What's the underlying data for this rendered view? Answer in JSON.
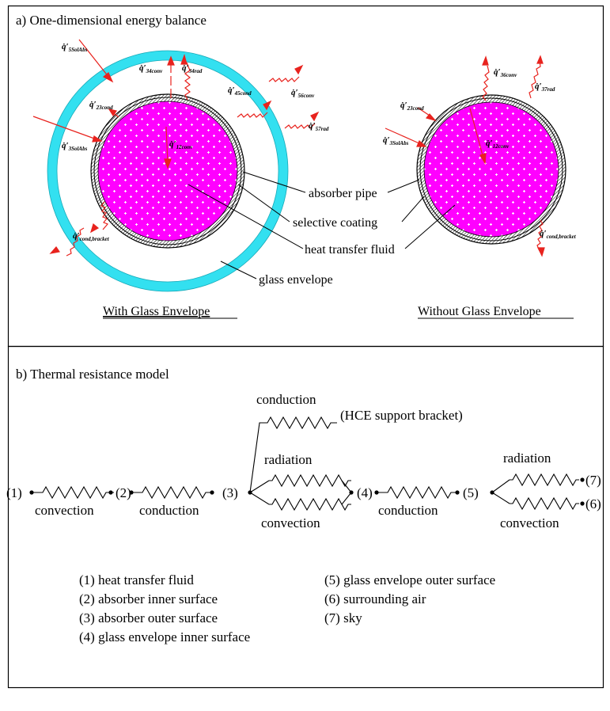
{
  "panel_a": {
    "title": "a) One-dimensional energy balance",
    "with_title": "With Glass Envelope",
    "without_title": "Without Glass Envelope",
    "callouts": {
      "absorber": "absorber pipe",
      "coating": "selective coating",
      "fluid": "heat transfer fluid",
      "glass": "glass envelope"
    },
    "with_fluxes": [
      {
        "sym": "q̇′",
        "sub": "5SolAbs"
      },
      {
        "sym": "q̇′",
        "sub": "34conv"
      },
      {
        "sym": "q̇′",
        "sub": "34rad"
      },
      {
        "sym": "q̇′",
        "sub": "45cond"
      },
      {
        "sym": "q̇′",
        "sub": "56conv"
      },
      {
        "sym": "q̇′",
        "sub": "57rad"
      },
      {
        "sym": "q̇′",
        "sub": "23cond"
      },
      {
        "sym": "q̇′",
        "sub": "3SolAbs"
      },
      {
        "sym": "q̇′",
        "sub": "12conv"
      },
      {
        "sym": "q̇′",
        "sub": "cond,bracket"
      }
    ],
    "without_fluxes": [
      {
        "sym": "q̇′",
        "sub": "36conv"
      },
      {
        "sym": "q̇′",
        "sub": "37rad"
      },
      {
        "sym": "q̇′",
        "sub": "23cond"
      },
      {
        "sym": "q̇′",
        "sub": "3SolAbs"
      },
      {
        "sym": "q̇′",
        "sub": "12conv"
      },
      {
        "sym": "q̇′",
        "sub": "cond,bracket"
      }
    ]
  },
  "panel_b": {
    "title": "b) Thermal resistance model",
    "nodes": [
      "(1)",
      "(2)",
      "(3)",
      "(4)",
      "(5)",
      "(7)",
      "(6)"
    ],
    "resistors": {
      "r12": "convection",
      "r23": "conduction",
      "r34_top": "radiation",
      "r34_bot": "convection",
      "r45": "conduction",
      "r57": "radiation",
      "r56": "convection",
      "bracket": "conduction",
      "bracket_note": "(HCE support bracket)"
    },
    "legend_left": [
      "(1) heat transfer fluid",
      "(2) absorber inner surface",
      "(3) absorber outer surface",
      "(4) glass envelope inner surface"
    ],
    "legend_right": [
      "(5) glass envelope outer surface",
      "(6) surrounding air",
      "(7) sky"
    ]
  },
  "colors": {
    "glass": "#33e0f0",
    "fluid": "#ff00ff",
    "arrow": "#e8231e",
    "plus": "#ffffff",
    "line": "#000000"
  }
}
